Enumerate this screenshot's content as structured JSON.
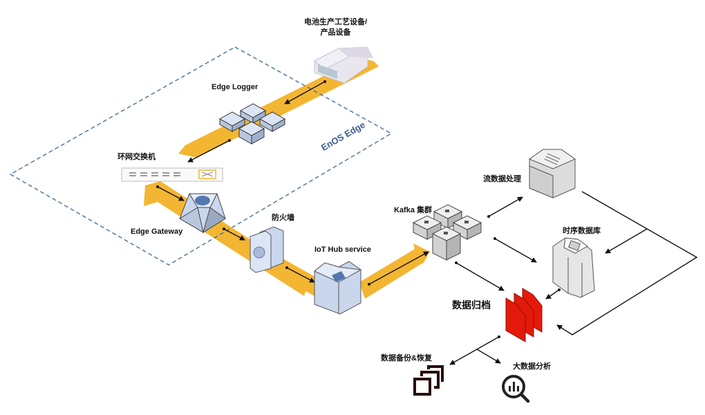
{
  "title": "EnOS Edge 数据流架构",
  "boundary": {
    "label": "EnOS Edge",
    "color": "#3b6796"
  },
  "colors": {
    "flow_band": "#f3b632",
    "archive_red": "#e31a0b",
    "device_blue": "#c9d6ec",
    "device_gray": "#dcdcdc",
    "icon_dark": "#2a0a0a",
    "arrow": "#111111"
  },
  "nodes": {
    "production": {
      "label_line1": "电池生产工艺设备/",
      "label_line2": "产品设备",
      "icon": "factory-building-icon"
    },
    "edge_logger": {
      "label": "Edge Logger",
      "icon": "server-cluster-icon"
    },
    "ring_switch": {
      "label": "环网交换机",
      "icon": "network-switch-icon"
    },
    "edge_gateway": {
      "label": "Edge Gateway",
      "icon": "gateway-icon"
    },
    "firewall": {
      "label": "防火墙",
      "icon": "firewall-icon"
    },
    "iot_hub": {
      "label": "IoT Hub service",
      "icon": "cloud-service-icon"
    },
    "kafka": {
      "label": "Kafka 集群",
      "icon": "cluster-icon"
    },
    "stream": {
      "label": "流数据处理",
      "icon": "stream-processor-icon"
    },
    "tsdb": {
      "label": "时序数据库",
      "icon": "database-icon"
    },
    "archive": {
      "label": "数据归档",
      "icon": "documents-icon"
    },
    "backup": {
      "label": "数据备份&恢复",
      "icon": "backup-restore-icon"
    },
    "bigdata": {
      "label": "大数据分析",
      "icon": "analytics-magnifier-icon"
    }
  },
  "edges": [
    {
      "from": "production",
      "to": "edge_logger"
    },
    {
      "from": "edge_logger",
      "to": "ring_switch"
    },
    {
      "from": "ring_switch",
      "to": "edge_gateway"
    },
    {
      "from": "edge_gateway",
      "to": "firewall"
    },
    {
      "from": "firewall",
      "to": "iot_hub"
    },
    {
      "from": "iot_hub",
      "to": "kafka"
    },
    {
      "from": "kafka",
      "to": "stream"
    },
    {
      "from": "kafka",
      "to": "tsdb"
    },
    {
      "from": "kafka",
      "to": "archive"
    },
    {
      "from": "stream",
      "to": "tsdb"
    },
    {
      "from": "stream",
      "to": "archive"
    },
    {
      "from": "tsdb",
      "to": "archive"
    },
    {
      "from": "archive",
      "to": "backup"
    },
    {
      "from": "archive",
      "to": "bigdata"
    }
  ]
}
